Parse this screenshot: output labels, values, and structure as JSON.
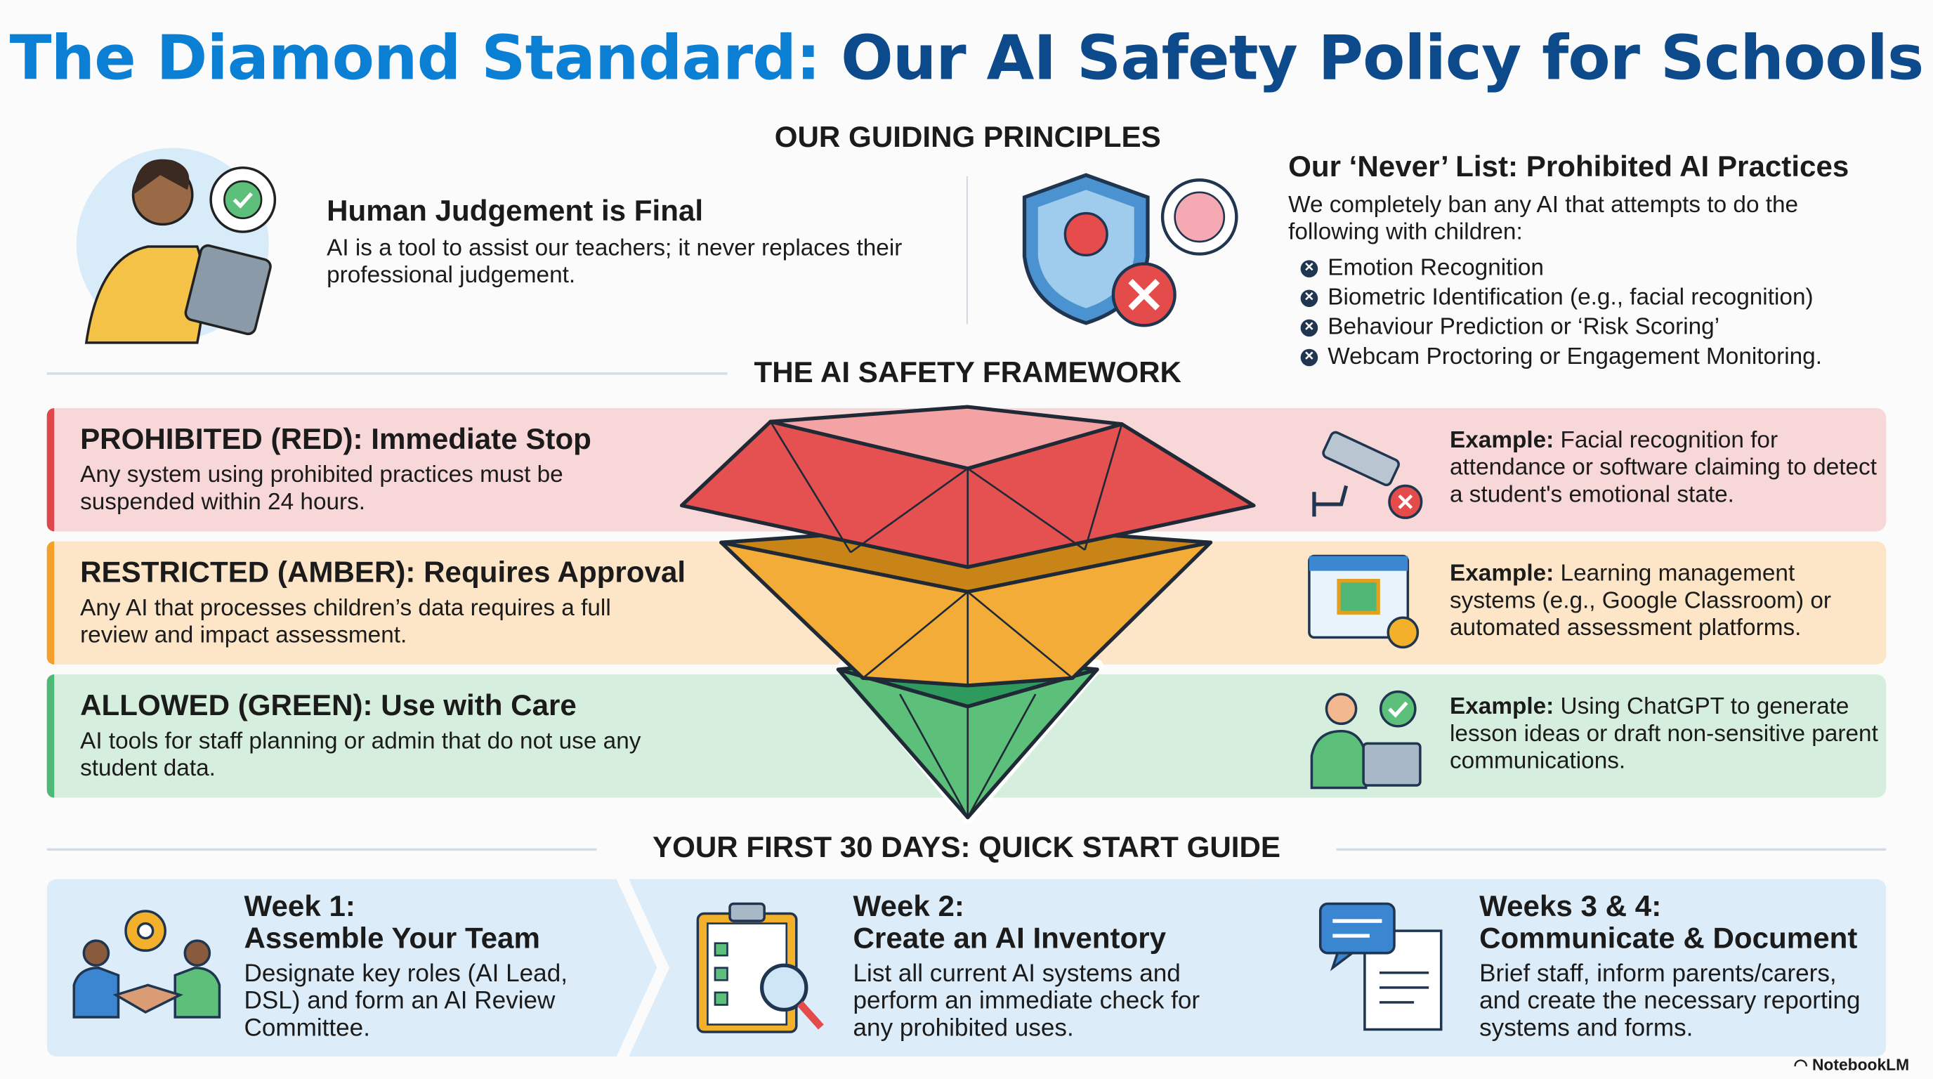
{
  "title": {
    "part1": "The Diamond Standard:",
    "part2": "Our AI Safety Policy for Schools"
  },
  "principles": {
    "heading": "OUR GUIDING PRINCIPLES",
    "human": {
      "title": "Human Judgement is Final",
      "body": "AI is a tool to assist our teachers; it never replaces their professional judgement."
    },
    "never": {
      "title": "Our ‘Never’ List: Prohibited AI Practices",
      "intro": "We completely ban any AI that attempts to do the following with children:",
      "items": [
        "Emotion Recognition",
        "Biometric Identification (e.g., facial recognition)",
        "Behaviour Prediction or ‘Risk Scoring’",
        "Webcam Proctoring or Engagement Monitoring."
      ]
    }
  },
  "framework": {
    "heading": "THE AI SAFETY FRAMEWORK",
    "tiers": [
      {
        "title": "PROHIBITED (RED): Immediate Stop",
        "body": "Any system using prohibited practices must be suspended within 24 hours.",
        "example_label": "Example:",
        "example": " Facial recognition for attendance or software claiming to detect a student's emotional state.",
        "color": "#e0474c"
      },
      {
        "title": "RESTRICTED (AMBER): Requires Approval",
        "body": "Any AI that processes children’s data requires a full review and impact assessment.",
        "example_label": "Example:",
        "example": " Learning management systems (e.g., Google Classroom) or automated assessment platforms.",
        "color": "#f3a12b"
      },
      {
        "title": "ALLOWED (GREEN): Use with Care",
        "body": "AI tools for staff planning or admin that do not use any student data.",
        "example_label": "Example:",
        "example": " Using ChatGPT to generate lesson ideas or draft non-sensitive parent communications.",
        "color": "#4fb877"
      }
    ]
  },
  "quickstart": {
    "heading": "YOUR FIRST 30 DAYS: QUICK START GUIDE",
    "steps": [
      {
        "week": "Week 1:",
        "title": "Assemble Your Team",
        "body": "Designate key roles (AI Lead, DSL) and form an AI Review Committee."
      },
      {
        "week": "Week 2:",
        "title": "Create an AI Inventory",
        "body": "List all current AI systems and perform an immediate check for any prohibited uses."
      },
      {
        "week": "Weeks 3 & 4:",
        "title": "Communicate & Document",
        "body": "Brief staff, inform parents/carers, and create the necessary reporting systems and forms."
      }
    ]
  },
  "brand": "NotebookLM"
}
